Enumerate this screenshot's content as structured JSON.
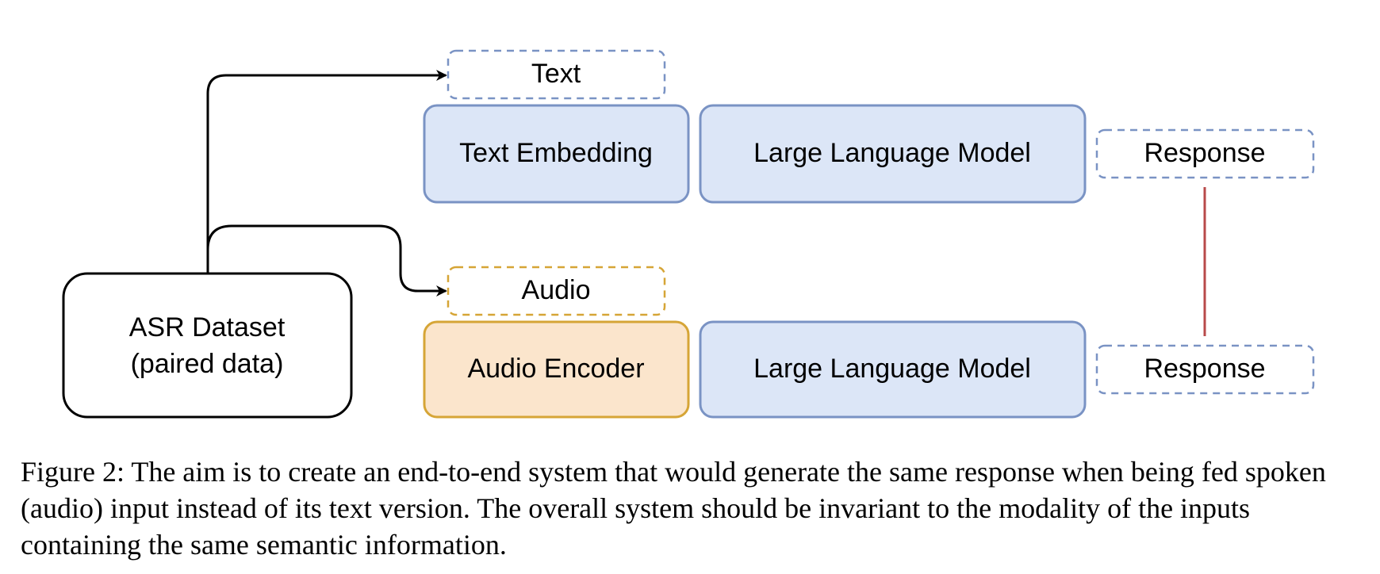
{
  "diagram": {
    "nodes": {
      "asr_line1": "ASR Dataset",
      "asr_line2": "(paired data)",
      "text_input": "Text",
      "audio_input": "Audio",
      "text_embedding": "Text Embedding",
      "audio_encoder": "Audio Encoder",
      "llm_top": "Large Language Model",
      "llm_bottom": "Large Language Model",
      "response_top": "Response",
      "response_bottom": "Response"
    },
    "colors": {
      "blue_fill": "#dce6f7",
      "blue_stroke": "#7a93c4",
      "orange_fill": "#fbe5cc",
      "orange_stroke": "#d6a536",
      "connector_red": "#b84a4a",
      "arrow_black": "#000000"
    }
  },
  "caption": {
    "text": "Figure 2: The aim is to create an end-to-end system that would generate the same response when being fed spoken (audio) input instead of its text version. The overall system should be invariant to the modality of the inputs containing the same semantic information."
  }
}
